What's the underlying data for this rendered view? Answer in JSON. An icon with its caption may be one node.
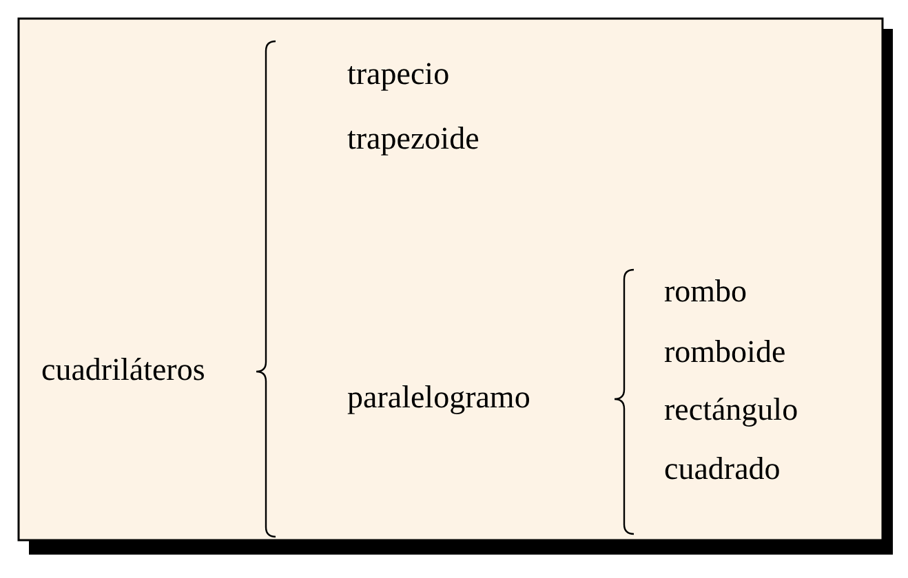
{
  "diagram": {
    "labels": [
      "cuadriláteros",
      "trapecio",
      "trapezoide",
      "paralelogramo",
      "rombo",
      "romboide",
      "rectángulo",
      "cuadrado"
    ]
  }
}
